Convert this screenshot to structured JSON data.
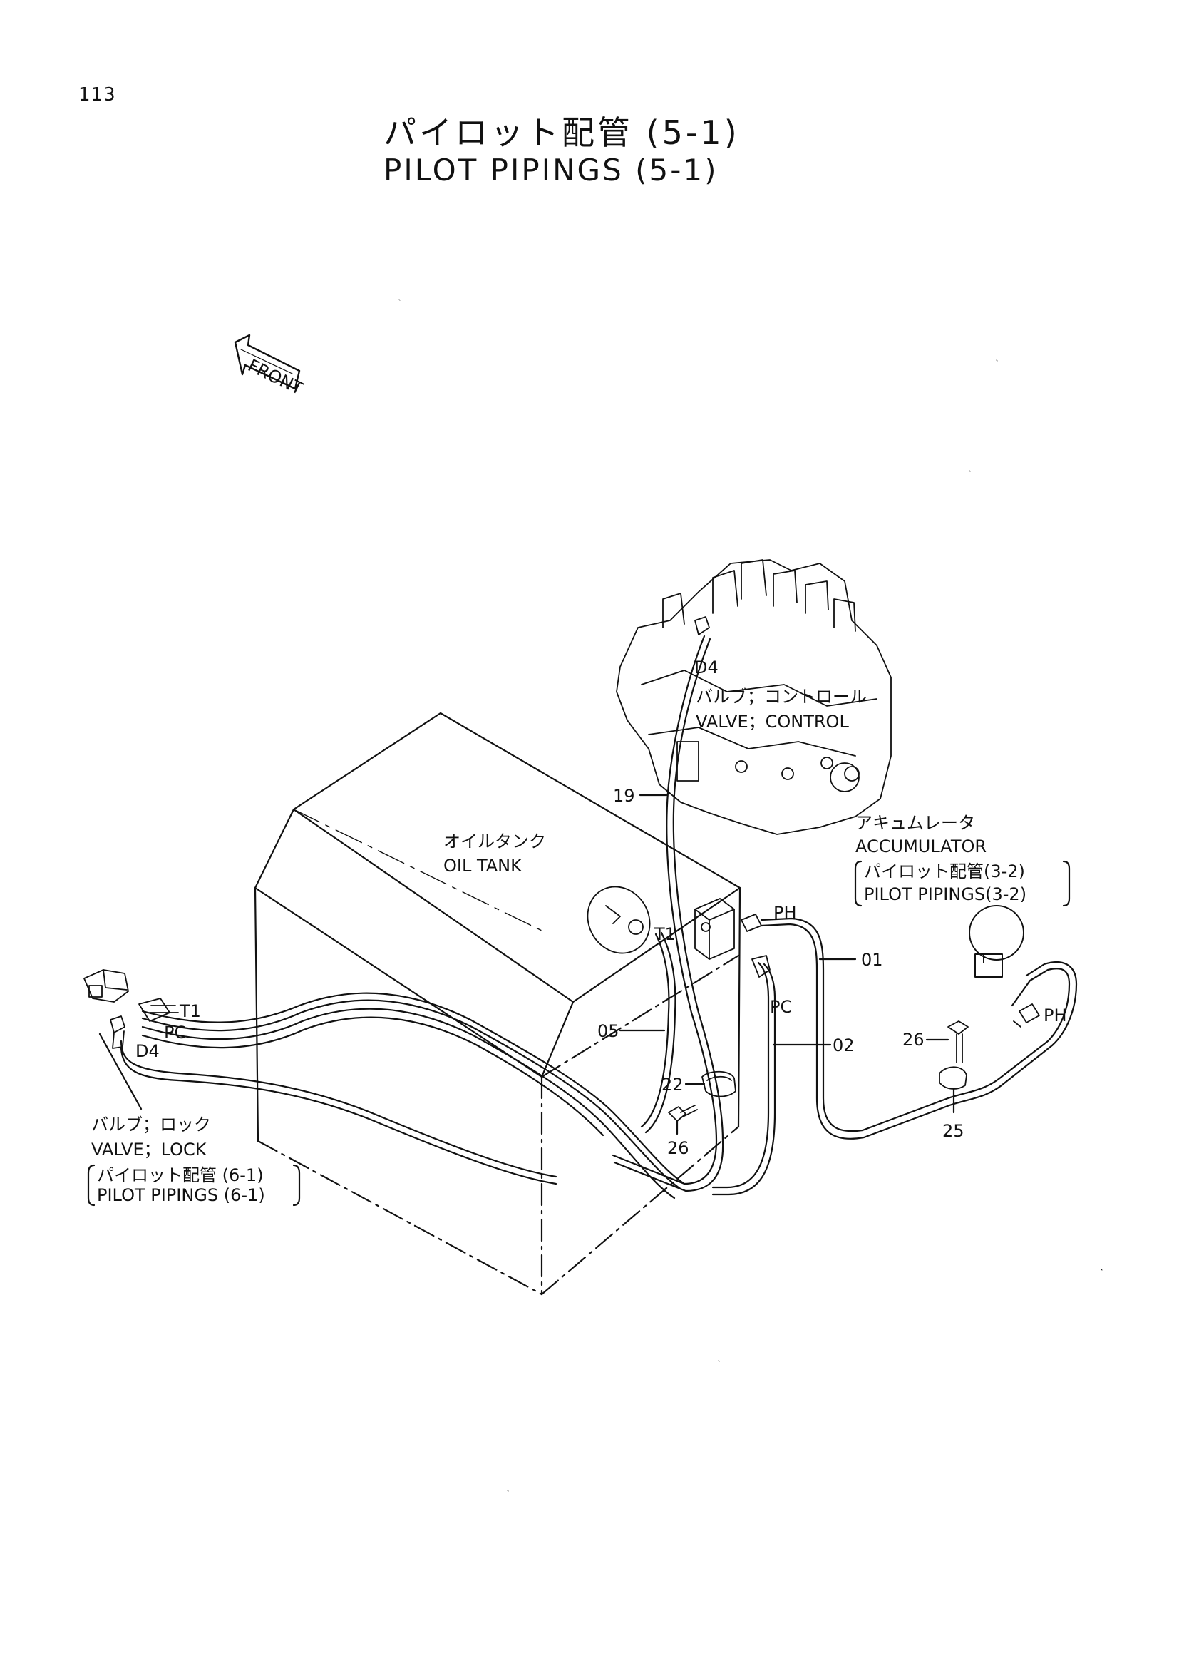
{
  "header": {
    "page_number": "113",
    "title_jp": "パイロット配管 (5-1)",
    "title_en": "PILOT PIPINGS (5-1)"
  },
  "front_arrow": {
    "label": "FRONT"
  },
  "labels": {
    "control_valve_jp": "バルブ；コントロール",
    "control_valve_en": "VALVE；CONTROL",
    "oil_tank_jp": "オイルタンク",
    "oil_tank_en": "OIL TANK",
    "accumulator_jp": "アキュムレータ",
    "accumulator_en": "ACCUMULATOR",
    "accumulator_ref_jp": "パイロット配管(3-2)",
    "accumulator_ref_en": "PILOT PIPINGS(3-2)",
    "lock_valve_jp": "バルブ；ロック",
    "lock_valve_en": "VALVE；LOCK",
    "lock_ref_jp": "パイロット配管 (6-1)",
    "lock_ref_en": "PILOT PIPINGS (6-1)"
  },
  "port_labels": {
    "d4_top": "D4",
    "ph_tank": "PH",
    "t1_tank": "T1",
    "pc_tank": "PC",
    "t1_lock": "T1",
    "pc_lock": "PC",
    "d4_lock": "D4",
    "ph_acc": "PH"
  },
  "part_numbers": {
    "p19": "19",
    "p01": "01",
    "p05": "05",
    "p02": "02",
    "p22": "22",
    "p26_center": "26",
    "p26_right": "26",
    "p25": "25"
  },
  "icons": [
    "front-arrow-icon",
    "accumulator-sphere-icon"
  ]
}
